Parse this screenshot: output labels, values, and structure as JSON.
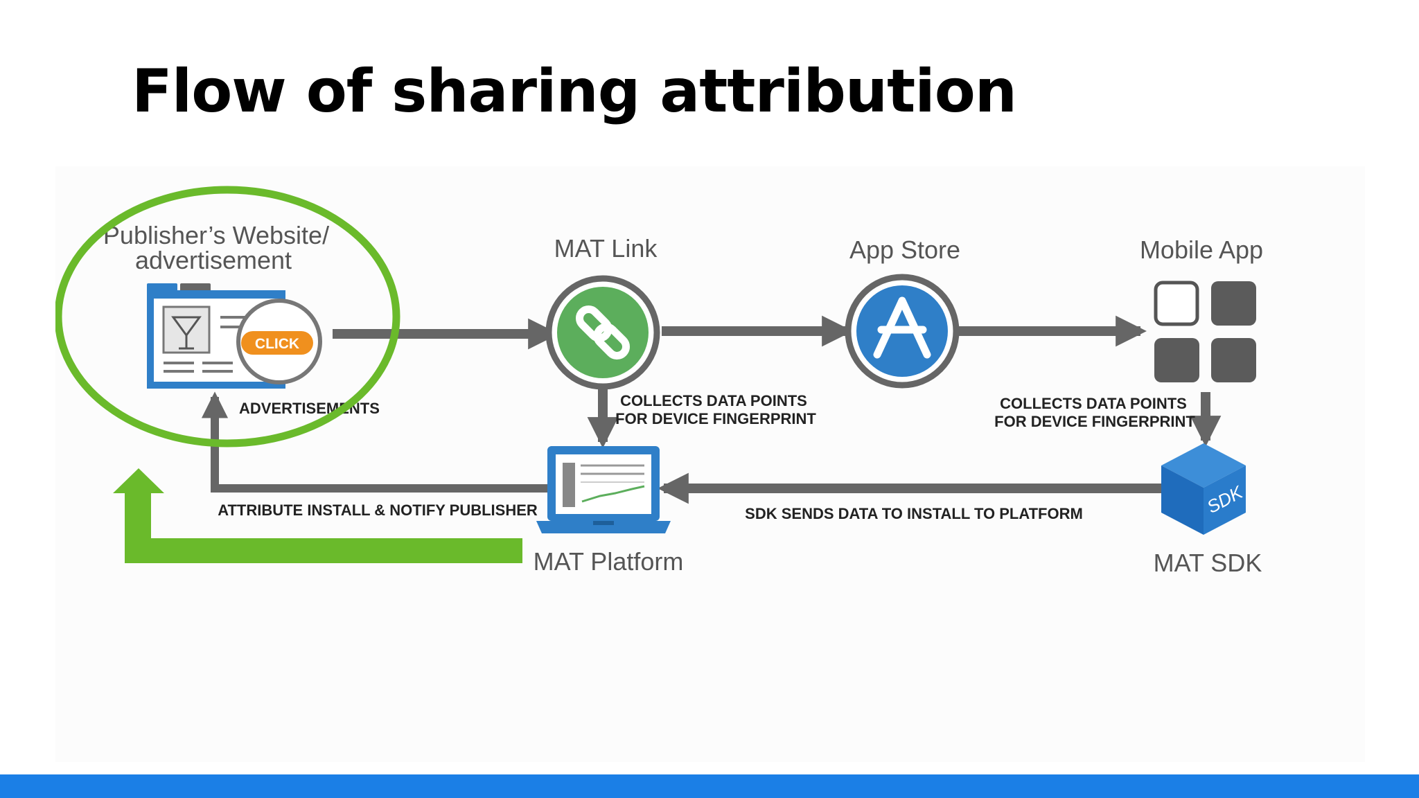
{
  "slide": {
    "title": "Flow of sharing attribution"
  },
  "nodes": {
    "publisher": {
      "title_line1": "Publisher’s Website/",
      "title_line2": "advertisement",
      "badge": "CLICK",
      "caption": "ADVERTISEMENTS",
      "icon": "website-icon"
    },
    "mat_link": {
      "title": "MAT Link",
      "icon": "link-icon"
    },
    "app_store": {
      "title": "App Store",
      "icon": "app-store-icon"
    },
    "mobile_app": {
      "title": "Mobile App",
      "icon": "app-grid-icon"
    },
    "mat_platform": {
      "title": "MAT Platform",
      "icon": "laptop-icon"
    },
    "mat_sdk": {
      "title": "MAT SDK",
      "badge": "SDK",
      "icon": "sdk-box-icon"
    }
  },
  "flow_labels": {
    "collects_left_1": "COLLECTS DATA POINTS",
    "collects_left_2": "FOR DEVICE FINGERPRINT",
    "collects_right_1": "COLLECTS DATA POINTS",
    "collects_right_2": "FOR DEVICE FINGERPRINT",
    "sdk_sends": "SDK SENDS DATA TO INSTALL TO PLATFORM",
    "attribute_install": "ATTRIBUTE INSTALL & NOTIFY PUBLISHER"
  },
  "colors": {
    "highlight_green": "#6aba2b",
    "link_green": "#5cae5c",
    "store_blue": "#2f7fc8",
    "click_orange": "#f0901e",
    "arrow_gray": "#666666",
    "bottom_bar_blue": "#1b7fe6"
  }
}
